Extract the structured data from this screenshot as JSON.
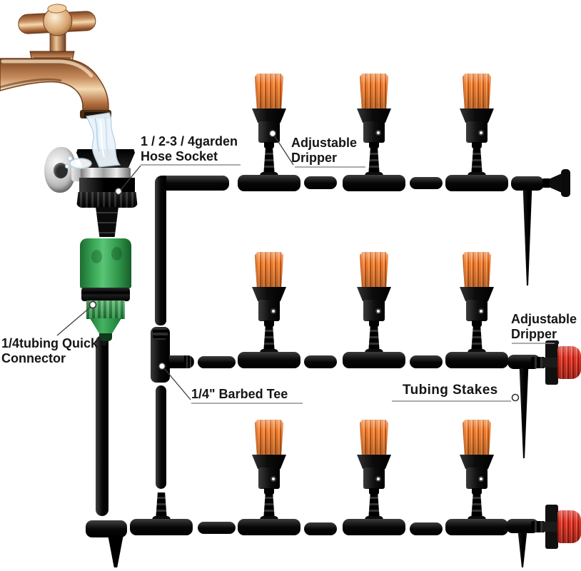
{
  "labels": {
    "hose_socket": {
      "line1": "1 / 2-3 / 4garden",
      "line2": "Hose Socket"
    },
    "adjustable_dripper_top": {
      "line1": "Adjustable",
      "line2": "Dripper"
    },
    "quick_connector": {
      "line1": "1/4tubing Quick",
      "line2": "Connector"
    },
    "barbed_tee": {
      "text": "1/4\" Barbed Tee"
    },
    "tubing_stakes": {
      "text": "Tubing Stakes"
    },
    "adjustable_dripper_right": {
      "line1": "Adjustable",
      "line2": "Dripper"
    }
  },
  "colors": {
    "background": "#ffffff",
    "tubing_black": "#0d0d0d",
    "dripper_cap_orange": "#ee7f33",
    "red_dripper": "#dd3526",
    "quick_connector_green": "#37a254",
    "faucet_brass": "#c98d5d",
    "chrome_silver": "#d9d9d9",
    "water_blue": "#aacbe0",
    "label_text": "#151515"
  }
}
